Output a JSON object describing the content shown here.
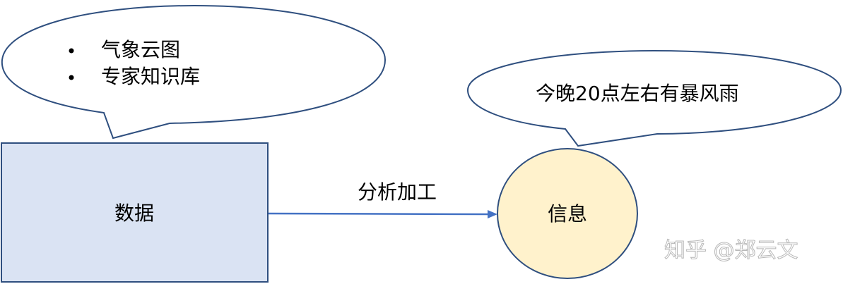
{
  "data_bubble": {
    "items": [
      "气象云图",
      "专家知识库"
    ]
  },
  "info_bubble": {
    "text": "今晚20点左右有暴风雨"
  },
  "data_box": {
    "label": "数据"
  },
  "arrow": {
    "label": "分析加工"
  },
  "info_circle": {
    "label": "信息"
  },
  "watermark": "知乎 @郑云文",
  "colors": {
    "stroke": "#2f4f7f",
    "box_fill": "#dae3f3",
    "circle_fill": "#fff2cc",
    "arrow": "#4472c4"
  }
}
